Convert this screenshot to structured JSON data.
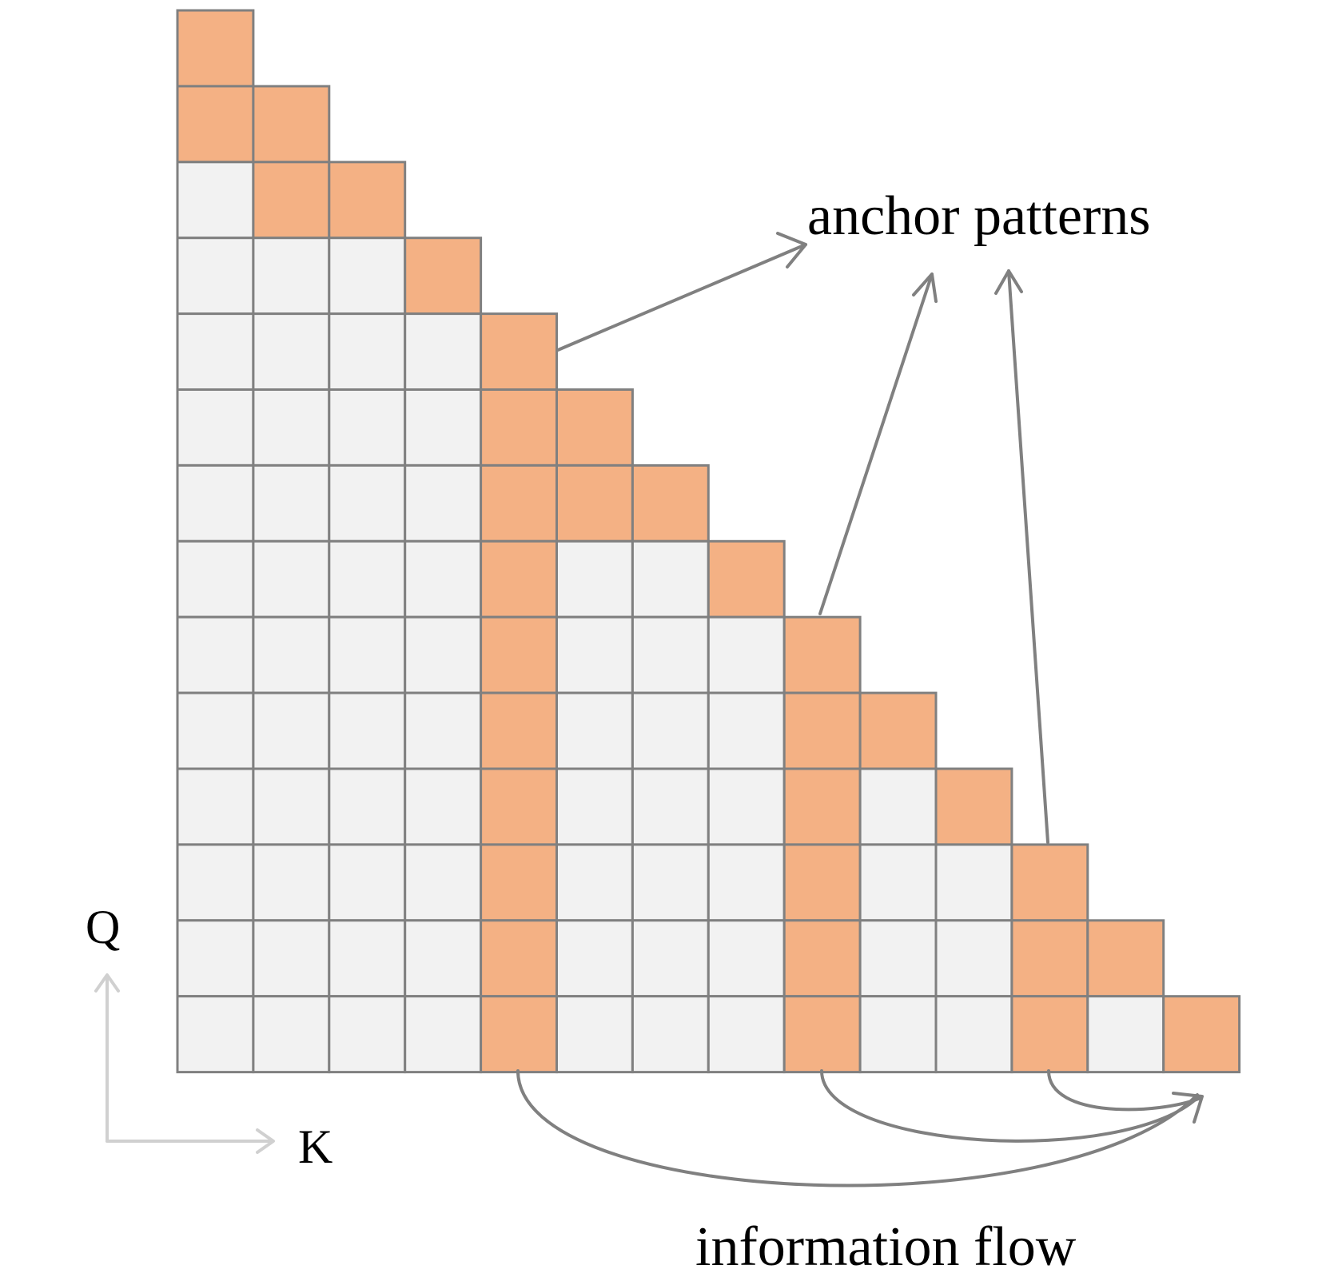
{
  "labels": {
    "anchor_patterns": "anchor patterns",
    "information_flow": "information flow",
    "axis_q": "Q",
    "axis_k": "K"
  },
  "grid": {
    "size": 14,
    "anchor_cells": [
      [
        0,
        0
      ],
      [
        1,
        0
      ],
      [
        1,
        1
      ],
      [
        2,
        1
      ],
      [
        2,
        2
      ],
      [
        3,
        3
      ],
      [
        4,
        4
      ],
      [
        5,
        4
      ],
      [
        5,
        5
      ],
      [
        6,
        4
      ],
      [
        6,
        5
      ],
      [
        6,
        6
      ],
      [
        7,
        4
      ],
      [
        7,
        7
      ],
      [
        8,
        4
      ],
      [
        8,
        8
      ],
      [
        9,
        4
      ],
      [
        9,
        8
      ],
      [
        9,
        9
      ],
      [
        10,
        4
      ],
      [
        10,
        8
      ],
      [
        10,
        10
      ],
      [
        11,
        4
      ],
      [
        11,
        8
      ],
      [
        11,
        11
      ],
      [
        12,
        4
      ],
      [
        12,
        8
      ],
      [
        12,
        11
      ],
      [
        12,
        12
      ],
      [
        13,
        4
      ],
      [
        13,
        8
      ],
      [
        13,
        11
      ],
      [
        13,
        13
      ]
    ]
  },
  "colors": {
    "anchor": "#f4b184",
    "empty": "#f2f2f2",
    "grid_stroke": "#808080",
    "arrow": "#808080",
    "axis": "#d0d0d0",
    "text": "#000000"
  }
}
